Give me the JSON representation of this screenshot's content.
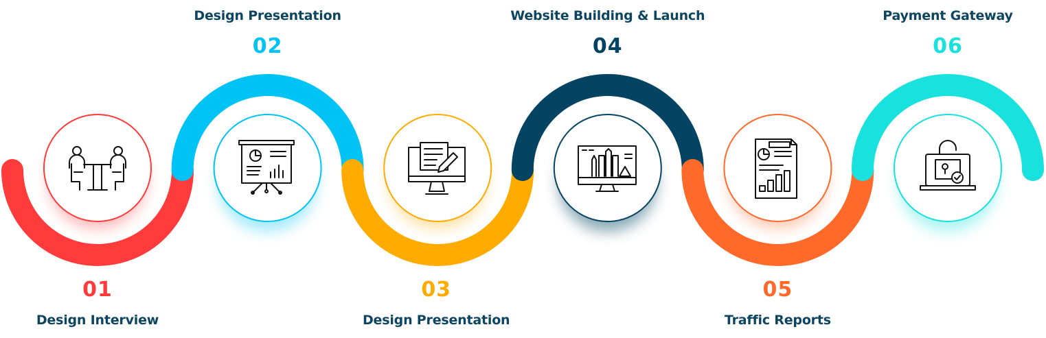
{
  "steps": [
    {
      "number": "01",
      "title": "Design Interview",
      "color": "#ff3b3b",
      "icon": "meeting-icon"
    },
    {
      "number": "02",
      "title": "Design Presentation",
      "color": "#00c3f5",
      "icon": "presentation-board-icon"
    },
    {
      "number": "03",
      "title": "Design Presentation",
      "color": "#ffab00",
      "icon": "monitor-design-icon"
    },
    {
      "number": "04",
      "title": "Website Building & Launch",
      "color": "#044462",
      "icon": "monitor-tools-icon"
    },
    {
      "number": "05",
      "title": "Traffic Reports",
      "color": "#ff6a2b",
      "icon": "report-document-icon"
    },
    {
      "number": "06",
      "title": "Payment Gateway",
      "color": "#18e1de",
      "icon": "laptop-lock-icon"
    }
  ]
}
